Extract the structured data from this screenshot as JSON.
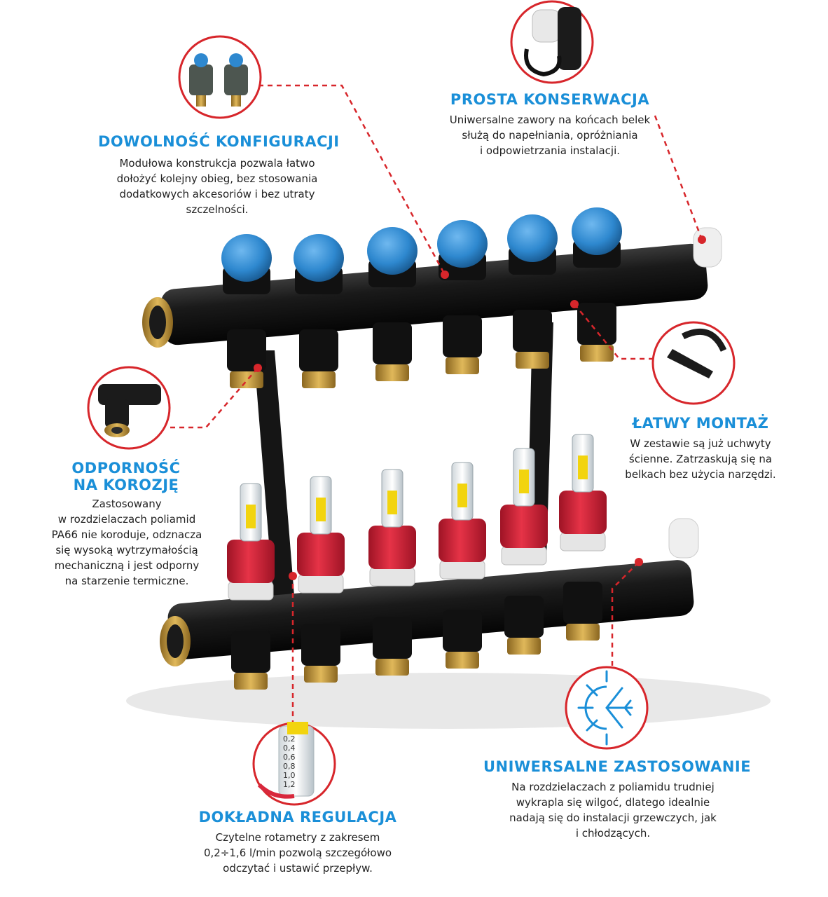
{
  "colors": {
    "accent_red": "#d7262b",
    "title_blue": "#1a8fd8",
    "body_text": "#222222",
    "valve_blue": "#2e88cf",
    "flow_red": "#d8283c",
    "brass": "#c89b3c"
  },
  "features": {
    "configuration": {
      "title": "DOWOLNOŚĆ KONFIGURACJI",
      "text": "Modułowa konstrukcja pozwala łatwo\ndołożyć kolejny obieg, bez stosowania\ndodatkowych akcesoriów i bez utraty\nszczelności."
    },
    "maintenance": {
      "title": "PROSTA KONSERWACJA",
      "text": "Uniwersalne zawory na końcach belek\nsłużą do napełniania, opróżniania\ni odpowietrzania instalacji."
    },
    "mounting": {
      "title": "ŁATWY MONTAŻ",
      "text": "W zestawie są już uchwyty\nścienne. Zatrzaskują się na\nbelkach bez użycia narzędzi."
    },
    "corrosion": {
      "title_line1": "ODPORNOŚĆ",
      "title_line2": "NA KOROZJĘ",
      "text": "Zastosowany\nw rozdzielaczach poliamid\nPA66 nie koroduje, odznacza\nsię wysoką wytrzymałością\nmechaniczną i jest odporny\nna starzenie termiczne."
    },
    "universal": {
      "title": "UNIWERSALNE ZASTOSOWANIE",
      "text": "Na rozdzielaczach z poliamidu trudniej\nwykrapla się wilgoć, dlatego idealnie\nnadają się do instalacji grzewczych, jak\ni chłodzących."
    },
    "regulation": {
      "title": "DOKŁADNA REGULACJA",
      "text": "Czytelne rotametry z zakresem\n0,2÷1,6 l/min pozwolą szczegółowo\nodczytać i ustawić przepływ."
    }
  },
  "icons": {
    "configuration": "valve-modules-photo",
    "maintenance": "end-valve-cap-photo",
    "mounting": "wall-bracket-clip-photo",
    "corrosion": "brass-thread-photo",
    "universal": "sun-snowflake-icon",
    "regulation": "rotameter-scale-photo"
  },
  "rotameter_scale": [
    "0,2",
    "0,4",
    "0,6",
    "0,8",
    "1,0",
    "1,2"
  ]
}
